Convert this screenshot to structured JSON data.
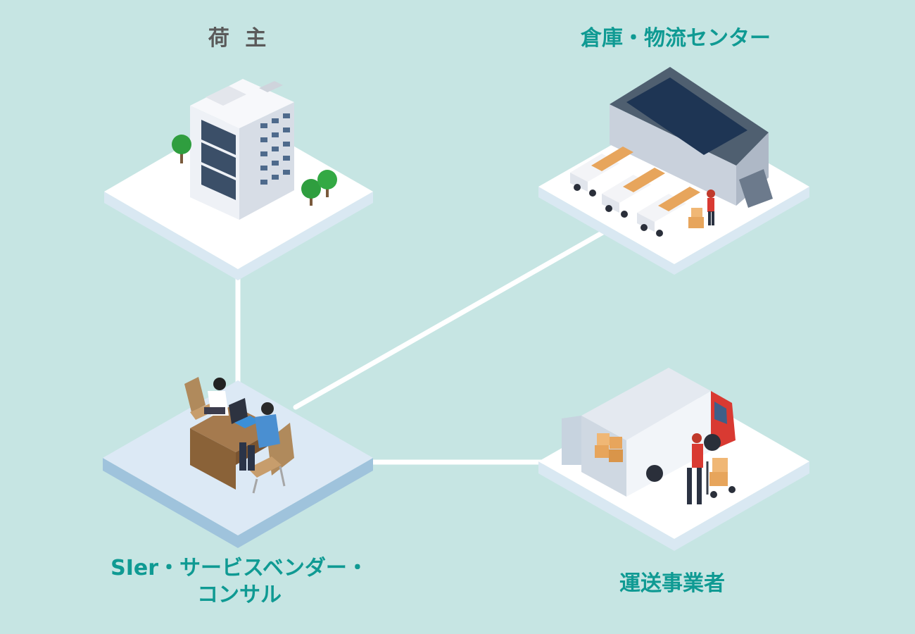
{
  "colors": {
    "background": "#c6e5e3",
    "accent": "#0f9a93",
    "shipper_label": "#5a5a5a",
    "connector": "#ffffff",
    "platform": "#ffffff",
    "platform_highlight": "#dce9f5",
    "truck_cab": "#d93a32"
  },
  "nodes": {
    "shipper": {
      "label": "荷 主",
      "icon": "office-building-icon"
    },
    "warehouse": {
      "label": "倉庫・物流センター",
      "icon": "warehouse-icon"
    },
    "sier": {
      "label_line1": "SIer・サービスベンダー・",
      "label_line2": "コンサル",
      "icon": "office-desk-icon"
    },
    "transport": {
      "label": "運送事業者",
      "icon": "delivery-truck-icon"
    }
  },
  "connections": [
    {
      "from": "shipper",
      "to": "sier"
    },
    {
      "from": "sier",
      "to": "warehouse"
    },
    {
      "from": "sier",
      "to": "transport"
    }
  ]
}
